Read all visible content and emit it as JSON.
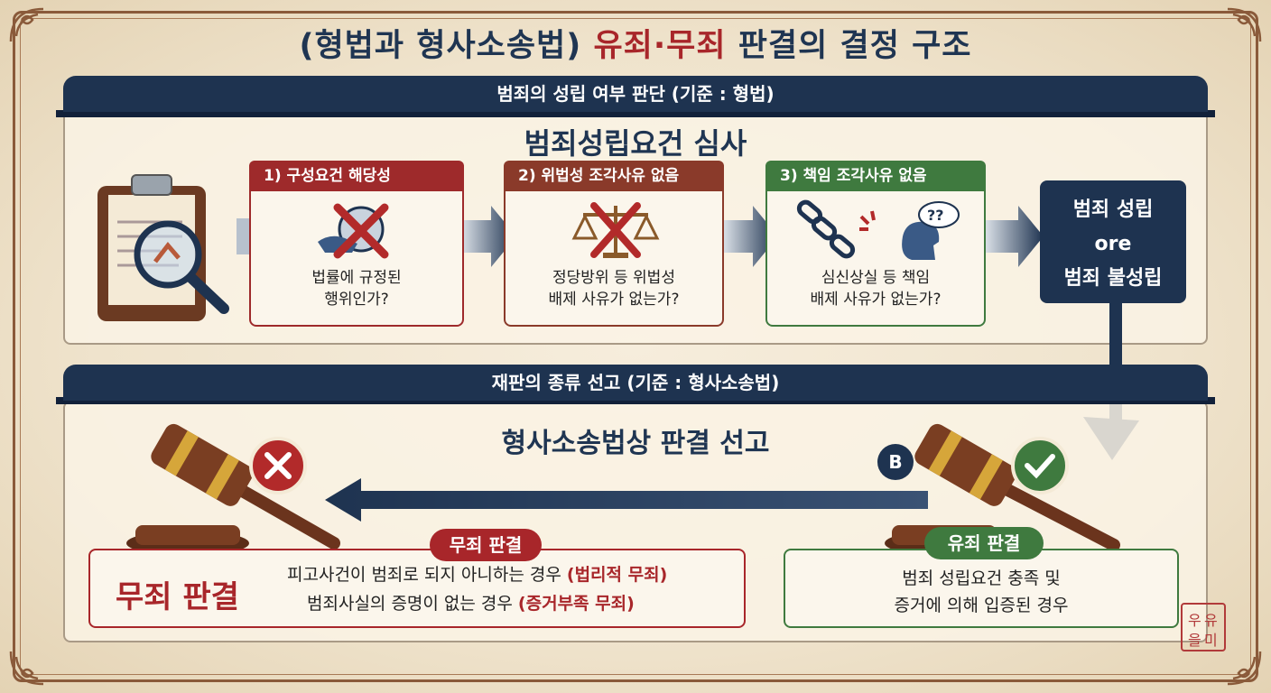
{
  "title": {
    "part1": "(형법과 형사소송법) ",
    "highlight": "유죄·무죄",
    "part2": " 판결의 결정 구조"
  },
  "top_section": {
    "banner": "범죄의 성립 여부 판단 (기준 : 형법)",
    "heading": "범죄성립요건 심사",
    "steps": [
      {
        "tab": "1) 구성요건 해당성",
        "line1": "법률에 규정된",
        "line2": "행위인가?",
        "color": "#9e2a2b"
      },
      {
        "tab": "2) 위법성 조각사유 없음",
        "line1": "정당방위 등 위법성",
        "line2": "배제 사유가 없는가?",
        "color": "#8a3a2a"
      },
      {
        "tab": "3) 책임 조각사유 없음",
        "line1": "심신상실 등 책임",
        "line2": "배제 사유가 없는가?",
        "color": "#3f7a3f"
      }
    ],
    "result": {
      "line1": "범죄 성립",
      "line2": "ore",
      "line3": "범죄 불성립"
    }
  },
  "bottom_section": {
    "banner": "재판의 종류 선고 (기준 : 형사소송법)",
    "heading": "형사소송법상 판결 선고",
    "acquittal": {
      "pill": "무죄 판결",
      "big_label": "무죄 판결",
      "line1_text": "피고사건이 범죄로 되지 아니하는 경우 ",
      "line1_emph": "(법리적 무죄)",
      "line2_text": "범죄사실의 증명이 없는 경우 ",
      "line2_emph": "(증거부족 무죄)"
    },
    "conviction": {
      "badge": "B",
      "pill": "유죄 판결",
      "line1": "범죄 성립요건 충족 및",
      "line2": "증거에 의해 입증된 경우"
    }
  },
  "seal": {
    "text": "우유\n을미"
  },
  "colors": {
    "navy": "#1e3350",
    "red": "#a8262a",
    "green": "#3f7a3f",
    "brown": "#8a5a3a"
  }
}
